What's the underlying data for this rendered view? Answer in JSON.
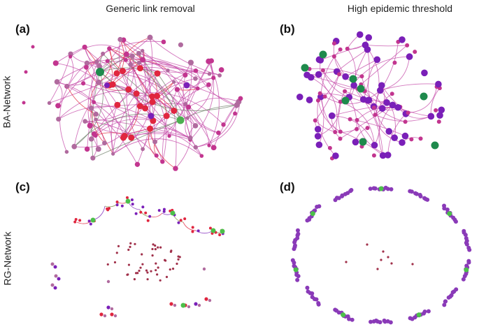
{
  "columns": [
    "Generic link removal",
    "High epidemic threshold"
  ],
  "rows": [
    "BA-Network",
    "RG-Network"
  ],
  "panels": [
    "(a)",
    "(b)",
    "(c)",
    "(d)"
  ],
  "colors": {
    "red": "#e0263f",
    "magenta": "#c2358f",
    "mauve": "#b06a9e",
    "purple": "#7a1fb8",
    "green": "#1e8a4c",
    "light_green": "#4cc04a",
    "edge_pink": "#c44aa8",
    "edge_gray": "#6f7f6a"
  }
}
